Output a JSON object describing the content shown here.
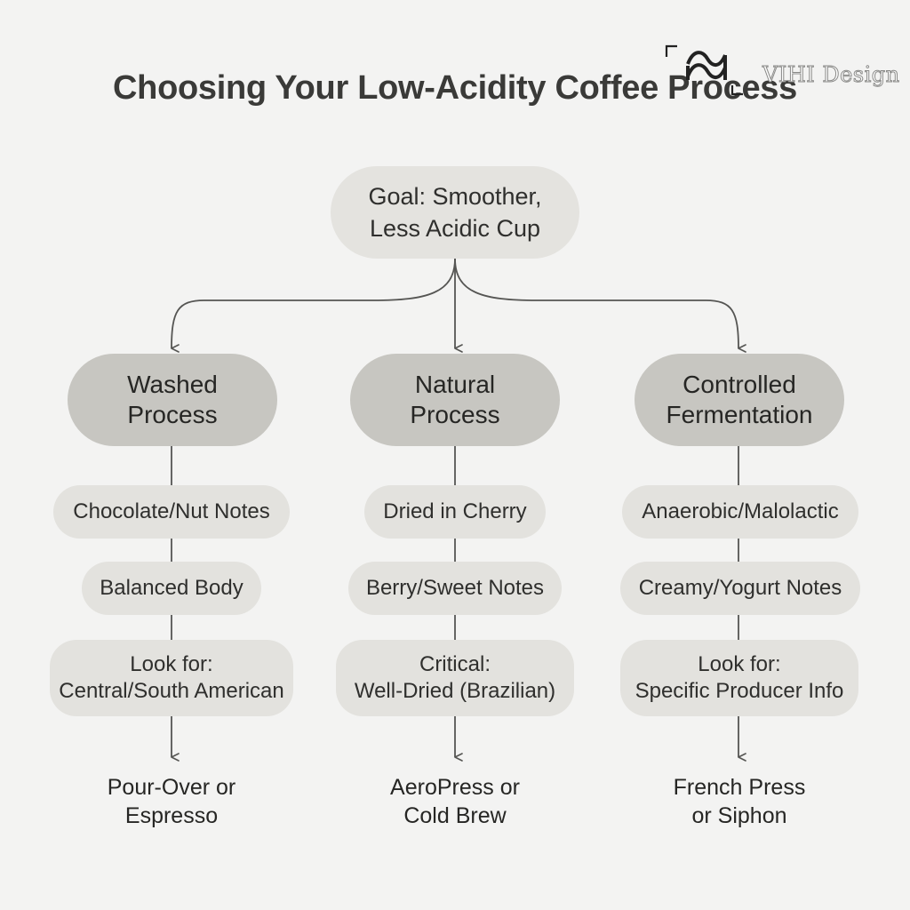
{
  "title": "Choosing Your Low-Acidity Coffee Process",
  "watermark": {
    "text": "VIHI Design",
    "icon": "wave-logo-icon"
  },
  "goal": {
    "line1": "Goal: Smoother,",
    "line2": "Less Acidic Cup"
  },
  "branches": [
    {
      "process": [
        "Washed",
        "Process"
      ],
      "note1": "Chocolate/Nut Notes",
      "note2": "Balanced Body",
      "lookfor": [
        "Look for:",
        "Central/South American"
      ],
      "method": [
        "Pour-Over or",
        "Espresso"
      ]
    },
    {
      "process": [
        "Natural",
        "Process"
      ],
      "note1": "Dried in Cherry",
      "note2": "Berry/Sweet Notes",
      "lookfor": [
        "Critical:",
        "Well-Dried (Brazilian)"
      ],
      "method": [
        "AeroPress or",
        "Cold Brew"
      ]
    },
    {
      "process": [
        "Controlled",
        "Fermentation"
      ],
      "note1": "Anaerobic/Malolactic",
      "note2": "Creamy/Yogurt Notes",
      "lookfor": [
        "Look for:",
        "Specific Producer Info"
      ],
      "method": [
        "French Press",
        "or Siphon"
      ]
    }
  ],
  "colors": {
    "background": "#f3f3f2",
    "process_node": "#c7c6c1",
    "pill_node": "#e3e2de",
    "connector": "#555553"
  }
}
